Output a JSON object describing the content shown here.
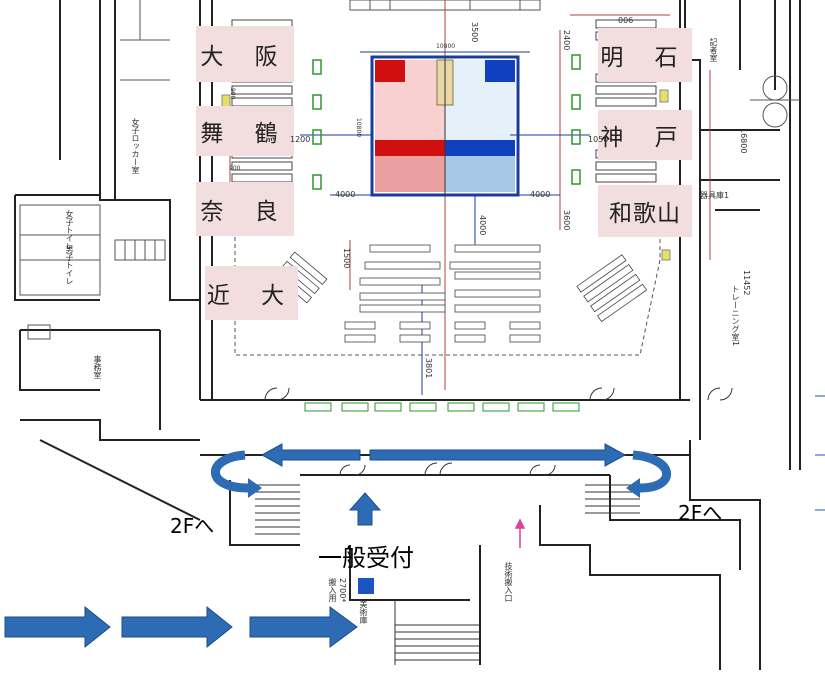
{
  "teams_left": [
    "大 阪",
    "舞 鶴",
    "奈 良",
    "近 大"
  ],
  "teams_right": [
    "明 石",
    "神 戸",
    "和歌山"
  ],
  "labels": {
    "upstairs_left": "2Fへ",
    "upstairs_right": "2Fへ",
    "general_reception": "一般受付"
  },
  "dimensions": {
    "d3500": "3500",
    "d10800_top": "10800",
    "d10800_side": "10800",
    "d4000_left": "4000",
    "d4000_right": "4000",
    "d4000_mid": "4000",
    "d2400": "2400",
    "d1500": "1500",
    "d3600": "3600",
    "d16800": "16800",
    "d1200": "1200",
    "d900a": "900",
    "d900b": "900",
    "d3801": "3801",
    "d006": "006",
    "d1050": "1050"
  },
  "room_labels": {
    "womens_locker": "女子ロッカー室",
    "mens_toilet": "男子トイレ",
    "womens_toilet": "女子トイレ",
    "office": "事務室",
    "press_room": "記者室",
    "training_room": "トレーニング室1",
    "training_room_size": "11452",
    "equipment": "器具庫1",
    "tech_entrance": "技術搬入口",
    "carry_in": "搬入用",
    "carry_in_size": "2700*",
    "art_room": "美術庫"
  },
  "colors": {
    "team_bg": "#f2dede",
    "arrow_blue": "#2e6bb5",
    "red_zone": "#f5c6c6",
    "blue_zone": "#c6dff5"
  }
}
